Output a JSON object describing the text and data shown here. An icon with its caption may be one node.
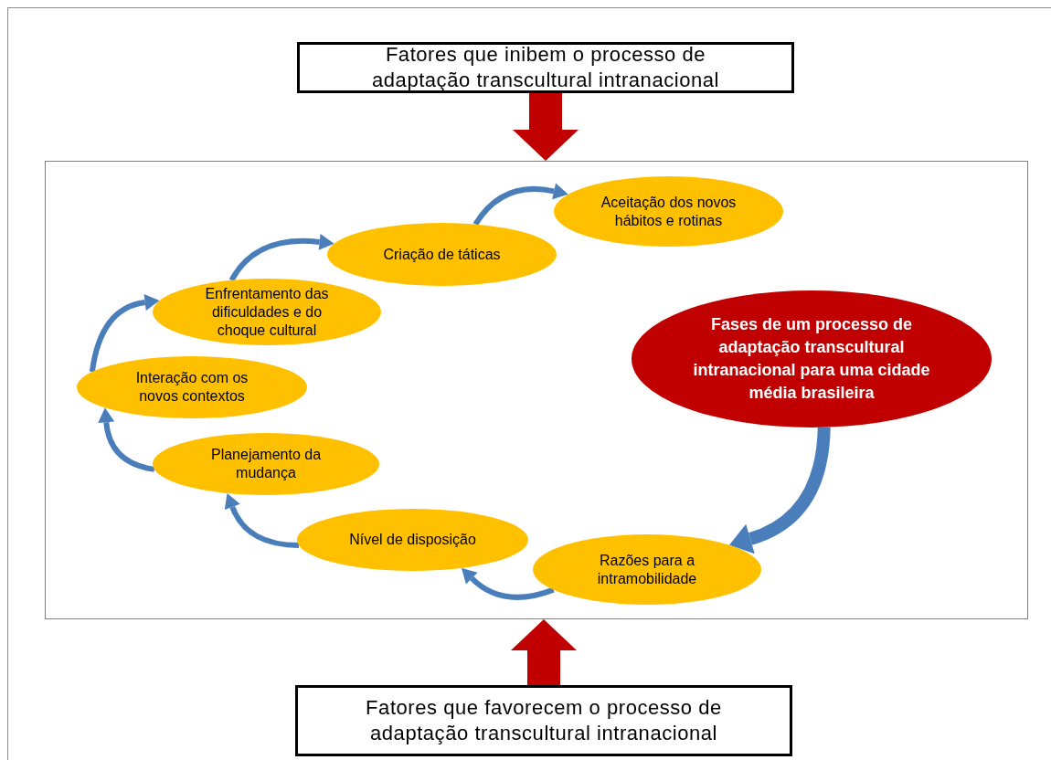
{
  "diagram": {
    "nodes": [
      {
        "text": [
          "Fatores que inibem o processo de adaptação transcultural intranacional"
        ]
      },
      {
        "text": [],
        "shape": "box"
      },
      {
        "text": [
          "Fases de um processo de adaptação transcultural intranacional para uma cidade média brasileira"
        ],
        "in": 1
      },
      {
        "text": [
          "Razões para a intramobilidade"
        ],
        "in": 1
      },
      {
        "text": [
          "Nível de disposição"
        ],
        "in": 1
      },
      {
        "text": [
          "Planejamento da mudança"
        ],
        "in": 1
      },
      {
        "text": [
          "Interação com os novos contextos"
        ],
        "in": 1
      },
      {
        "text": [
          "Enfrentamento das dificuldades e do choque cultural"
        ],
        "in": 1
      },
      {
        "text": [
          "Criação de táticas"
        ],
        "in": 1
      },
      {
        "text": [
          "Aceitação dos novos hábitos e rotinas"
        ],
        "in": 1
      },
      {
        "text": [
          "Fatores que favorecem o processo de adaptação transcultural intranacional"
        ]
      }
    ],
    "edges": [
      {
        "from": 0,
        "to": 1,
        "arrow": "to",
        "style": "thick",
        "color": "#c00000"
      },
      {
        "from": 10,
        "to": 1,
        "arrow": "to",
        "style": "thick",
        "color": "#c00000"
      },
      {
        "from": 2,
        "to": 3,
        "arrow": "to",
        "style": "thick"
      },
      {
        "from": 3,
        "to": 4,
        "arrow": "to"
      },
      {
        "from": 4,
        "to": 5,
        "arrow": "to"
      },
      {
        "from": 5,
        "to": 6,
        "arrow": "to"
      },
      {
        "from": 6,
        "to": 7,
        "arrow": "to"
      },
      {
        "from": 7,
        "to": 8,
        "arrow": "to"
      },
      {
        "from": 8,
        "to": 9,
        "arrow": "to"
      }
    ]
  }
}
